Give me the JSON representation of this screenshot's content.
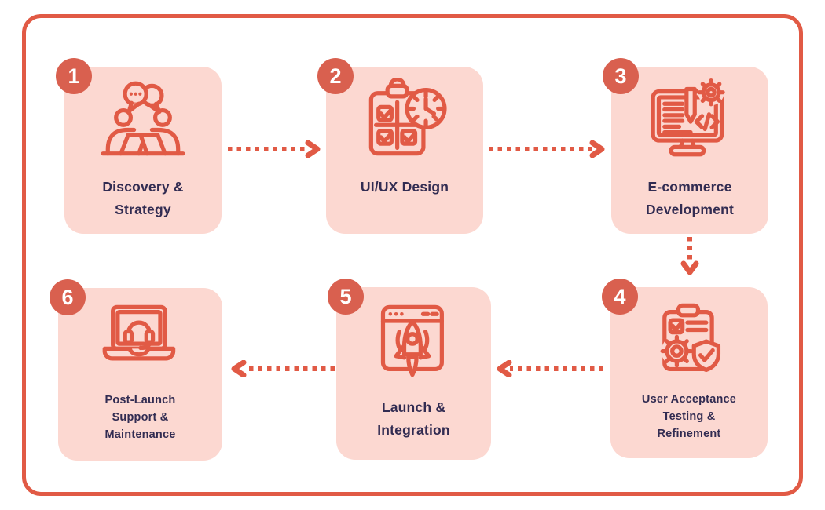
{
  "diagram": {
    "type": "process-flow",
    "colors": {
      "accent": "#e15a45",
      "badge": "#d9604f",
      "card-bg": "#fcd8d1",
      "text": "#322c52",
      "page-bg": "#ffffff"
    },
    "steps": [
      {
        "number": "1",
        "label": "Discovery &\nStrategy",
        "icon": "team-discussion-icon"
      },
      {
        "number": "2",
        "label": "UI/UX Design",
        "icon": "checklist-clock-icon"
      },
      {
        "number": "3",
        "label": "E-commerce\nDevelopment",
        "icon": "monitor-code-gear-icon"
      },
      {
        "number": "4",
        "label": "User Acceptance\nTesting &\nRefinement",
        "icon": "clipboard-gear-shield-icon"
      },
      {
        "number": "5",
        "label": "Launch &\nIntegration",
        "icon": "browser-rocket-icon"
      },
      {
        "number": "6",
        "label": "Post-Launch\nSupport &\nMaintenance",
        "icon": "laptop-headset-icon"
      }
    ],
    "connectors": [
      {
        "from": "1",
        "to": "2",
        "direction": "right",
        "style": "dotted"
      },
      {
        "from": "2",
        "to": "3",
        "direction": "right",
        "style": "dotted"
      },
      {
        "from": "3",
        "to": "4",
        "direction": "down",
        "style": "dotted"
      },
      {
        "from": "4",
        "to": "5",
        "direction": "left",
        "style": "dotted"
      },
      {
        "from": "5",
        "to": "6",
        "direction": "left",
        "style": "dotted"
      }
    ]
  }
}
